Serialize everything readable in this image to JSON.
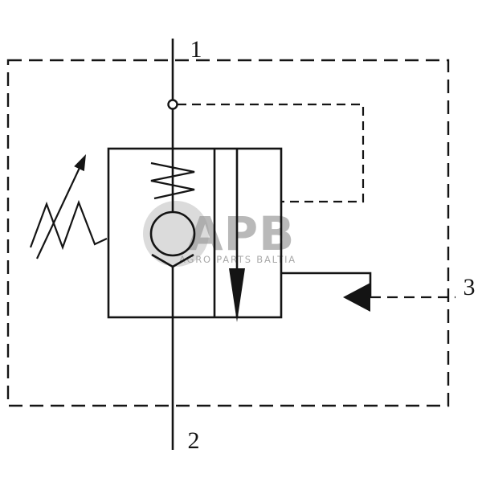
{
  "diagram": {
    "ports": {
      "p1": "1",
      "p2": "2",
      "p3": "3"
    },
    "watermark": {
      "logo": "APB",
      "subtitle": "AGRO PARTS BALTIA"
    },
    "colors": {
      "line": "#141414",
      "watermark_text": "#9c9c9c",
      "watermark_disc": "#b8b8b8",
      "background": "#ffffff"
    }
  }
}
